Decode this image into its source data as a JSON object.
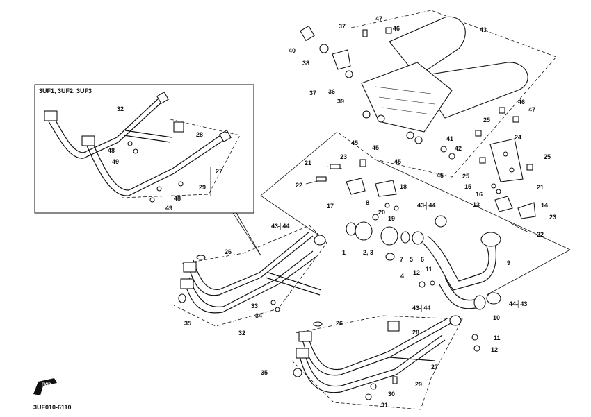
{
  "inset_title": "3UF1, 3UF2, 3UF3",
  "drawing_code": "3UF010-6110",
  "fwd_label": "FWD",
  "callouts": {
    "c1": "1",
    "c23": "2, 3",
    "c4": "4",
    "c5": "5",
    "c6": "6",
    "c7": "7",
    "c8": "8",
    "c9": "9",
    "c10": "10",
    "c11a": "11",
    "c11b": "11",
    "c12a": "12",
    "c12b": "12",
    "c13": "13",
    "c14": "14",
    "c15": "15",
    "c16": "16",
    "c17": "17",
    "c18": "18",
    "c19": "19",
    "c20": "20",
    "c21a": "21",
    "c21b": "21",
    "c22a": "22",
    "c22b": "22",
    "c23a": "23",
    "c23b": "23",
    "c24": "24",
    "c25a": "25",
    "c25b": "25",
    "c25c": "25",
    "c26a": "26",
    "c26b": "26",
    "c27a": "27",
    "c27b": "27",
    "c28a": "28",
    "c28b": "28",
    "c29a": "29",
    "c29b": "29",
    "c30": "30",
    "c31": "31",
    "c32a": "32",
    "c32b": "32",
    "c33": "33",
    "c34": "34",
    "c35a": "35",
    "c35b": "35",
    "c36": "36",
    "c37a": "37",
    "c37b": "37",
    "c38": "38",
    "c39": "39",
    "c40": "40",
    "c41": "41",
    "c42": "42",
    "c43": "43",
    "c4344a": "43┤44",
    "c4344b": "43┤44",
    "c4344c": "43┤44",
    "c4443": "44┤43",
    "c45a": "45",
    "c45b": "45",
    "c45c": "45",
    "c45d": "45",
    "c46a": "46",
    "c46b": "46",
    "c47a": "47",
    "c47b": "47",
    "c48a": "48",
    "c48b": "48",
    "c49a": "49",
    "c49b": "49"
  }
}
